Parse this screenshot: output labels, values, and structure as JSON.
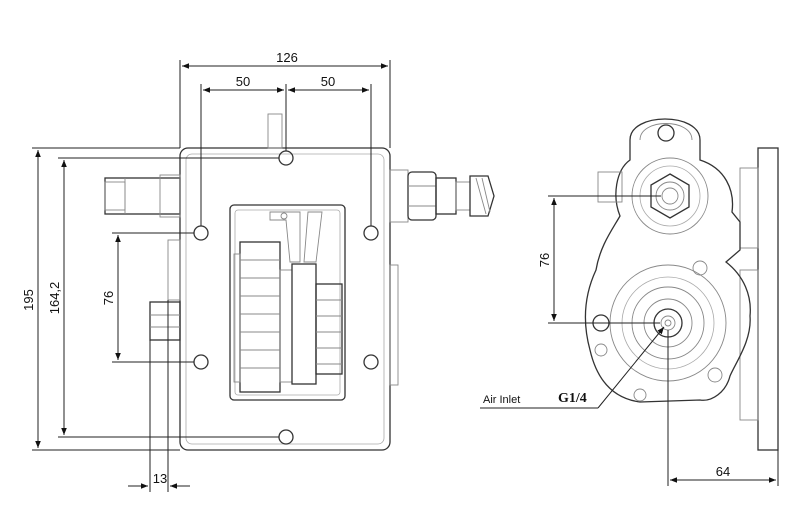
{
  "dimensions": {
    "width_total": "126",
    "half_left": "50",
    "half_right": "50",
    "height_total": "195",
    "height_inner": "164,2",
    "hole_spacing_left": "76",
    "offset_bottom": "13",
    "hole_spacing_right": "76",
    "offset_right": "64"
  },
  "labels": {
    "air_inlet": "Air Inlet",
    "thread": "G1/4"
  }
}
